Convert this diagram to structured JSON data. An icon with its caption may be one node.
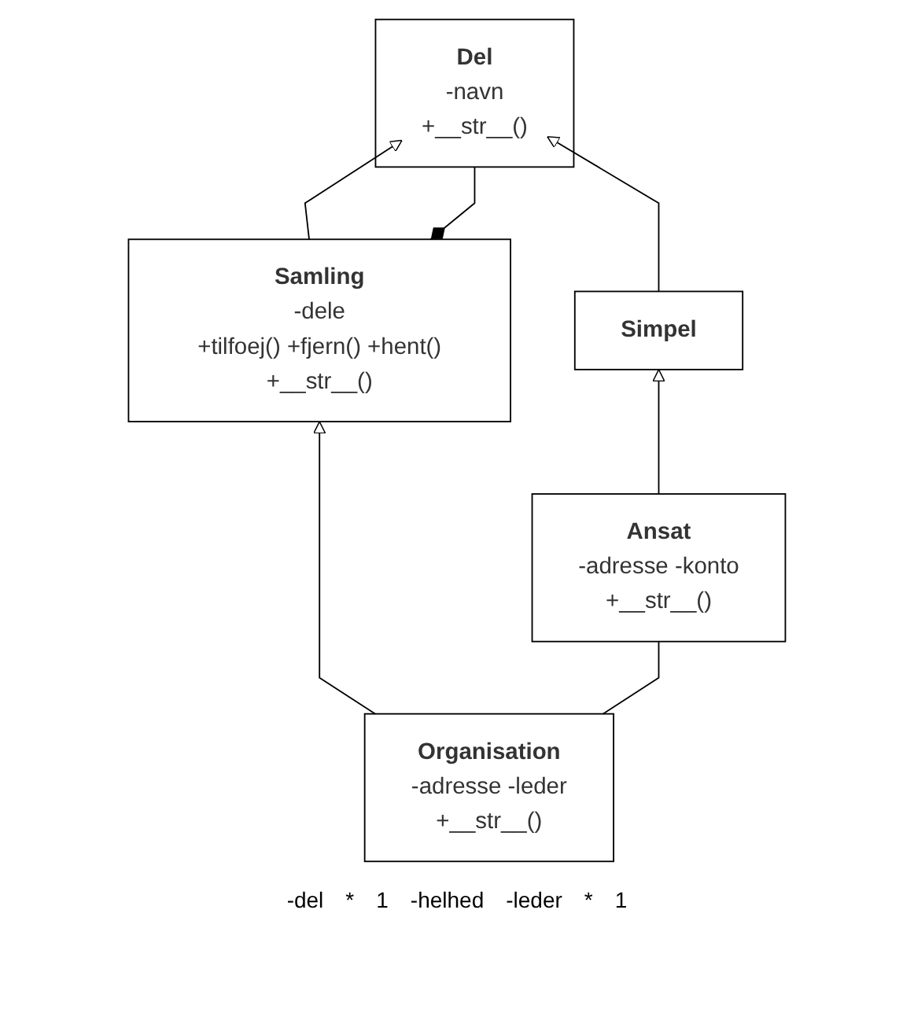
{
  "diagram": {
    "nodes": [
      {
        "text": [
          "Del",
          "-navn",
          "+__str__()"
        ]
      },
      {
        "text": [
          "Samling",
          "-dele",
          "+tilfoej() +fjern() +hent() +__str__()"
        ]
      },
      {
        "text": [
          "Simpel"
        ]
      },
      {
        "text": [
          "Organisation",
          "-adresse -leder",
          "+__str__()"
        ]
      },
      {
        "text": [
          "Ansat",
          "-adresse -konto",
          "+__str__()"
        ]
      }
    ],
    "edges": [
      {
        "from": 1,
        "to": 0,
        "arrow": "to"
      },
      {
        "from": 2,
        "to": 0,
        "arrow": "to"
      },
      {
        "from": 3,
        "to": 1,
        "arrow": "to"
      },
      {
        "from": 4,
        "to": 2,
        "arrow": "to"
      },
      {
        "from": 3,
        "to": 4,
        "arrow": "none"
      },
      {
        "from": 0,
        "to": 1,
        "arrow": "other"
      }
    ],
    "labels": [
      "-del",
      "*",
      "1",
      "-helhed",
      "-leder",
      "*",
      "1"
    ]
  }
}
